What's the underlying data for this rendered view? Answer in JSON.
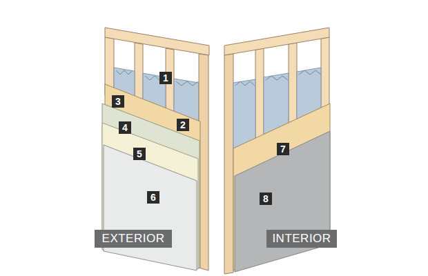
{
  "diagram": {
    "nodes": [
      {
        "text": [
          "1"
        ]
      },
      {
        "text": [
          "2"
        ]
      },
      {
        "text": [
          "3"
        ]
      },
      {
        "text": [
          "4"
        ]
      },
      {
        "text": [
          "5"
        ]
      },
      {
        "text": [
          "6"
        ]
      },
      {
        "text": [
          "EXTERIOR"
        ]
      },
      {
        "text": [
          "7"
        ]
      },
      {
        "text": [
          "8"
        ]
      },
      {
        "text": [
          "INTERIOR"
        ]
      }
    ]
  }
}
